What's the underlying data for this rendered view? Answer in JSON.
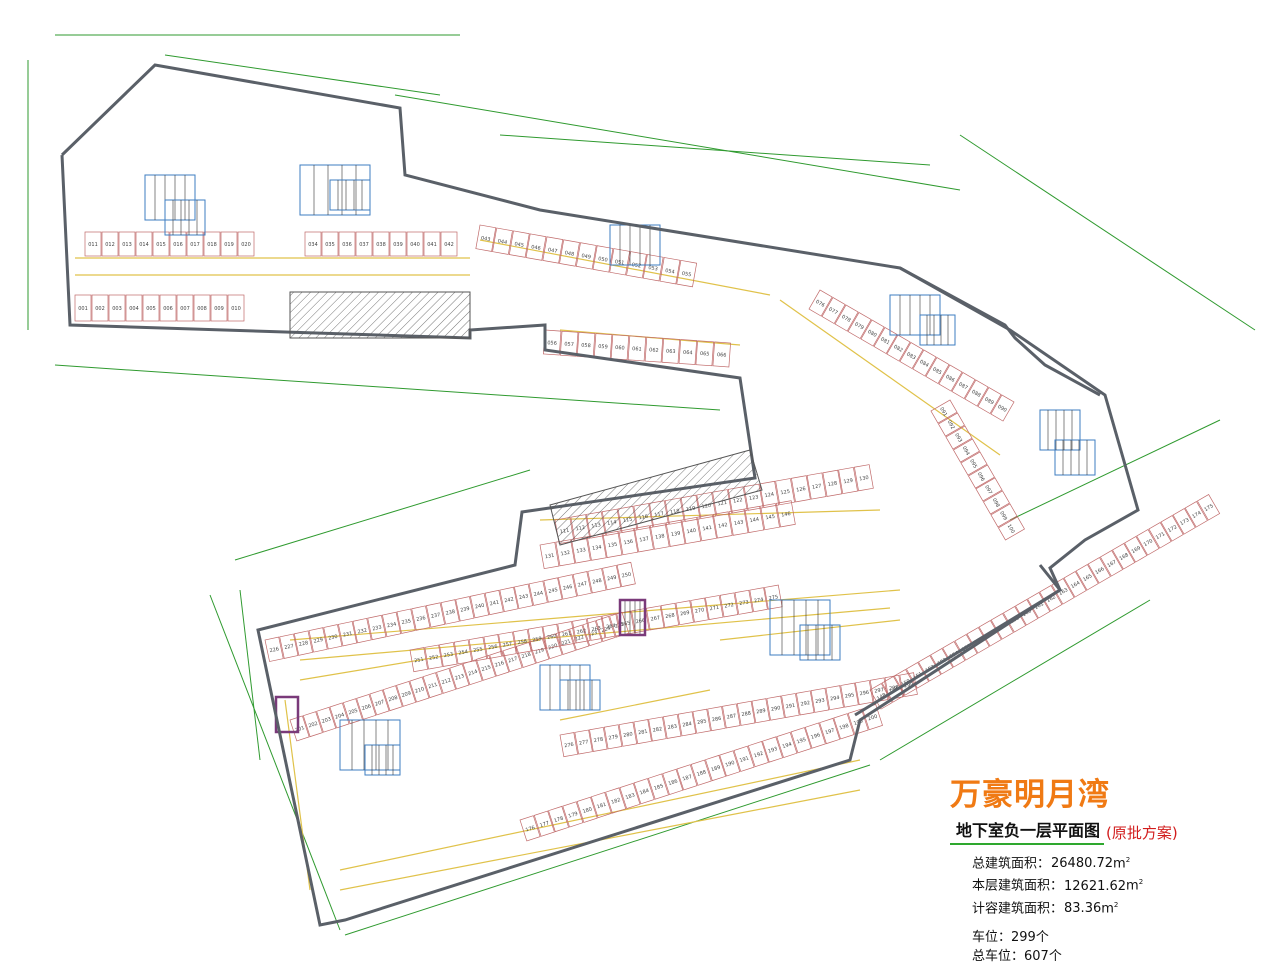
{
  "project_title": "万豪明月湾",
  "plan_title": "地下室负一层平面图",
  "plan_note": "(原批方案)",
  "stats": [
    {
      "label": "总建筑面积：",
      "value": "26480.72",
      "unit": "m",
      "sup": "2"
    },
    {
      "label": "本层建筑面积：",
      "value": "12621.62",
      "unit": "m",
      "sup": "2"
    },
    {
      "label": "计容建筑面积：",
      "value": "83.36",
      "unit": "m",
      "sup": "2"
    }
  ],
  "parking": [
    {
      "label": "车位：",
      "value": "299个"
    },
    {
      "label": "总车位：",
      "value": "607个"
    }
  ],
  "colors": {
    "wall": "#5a6068",
    "dimension": "#2f9a2f",
    "stall": "#c06a6a",
    "lane": "#e0c24a",
    "core": "#3d7dc2",
    "title": "#f07a14",
    "note": "#d21d1d"
  },
  "stall_numbers": {
    "north_wing_top": [
      "001",
      "002",
      "003",
      "004",
      "005",
      "006",
      "007",
      "008",
      "009",
      "010"
    ],
    "north_wing_mid": [
      "011",
      "012",
      "013",
      "014",
      "015",
      "016",
      "017",
      "018",
      "019",
      "020"
    ],
    "north_wing_right": [
      "034",
      "035",
      "036",
      "037",
      "038",
      "039",
      "040",
      "041",
      "042"
    ],
    "connector": [
      "043",
      "044",
      "045",
      "046",
      "047",
      "048",
      "049",
      "050",
      "051",
      "052",
      "053",
      "054",
      "055"
    ],
    "connector_lower": [
      "056",
      "057",
      "058",
      "059",
      "060",
      "061",
      "062",
      "063",
      "064",
      "065",
      "066"
    ],
    "east_wing": [
      "076",
      "077",
      "078",
      "079",
      "080",
      "081",
      "082",
      "083",
      "084",
      "085",
      "086",
      "087",
      "088",
      "089",
      "090"
    ],
    "east_lower": [
      "091",
      "092",
      "093",
      "094",
      "095",
      "096",
      "097",
      "098",
      "099",
      "100"
    ],
    "center": [
      "111",
      "112",
      "113",
      "114",
      "115",
      "116",
      "117",
      "118",
      "119",
      "120",
      "121",
      "122",
      "123",
      "124",
      "125",
      "126",
      "127",
      "128",
      "129",
      "130"
    ],
    "center_row2": [
      "131",
      "132",
      "133",
      "134",
      "135",
      "136",
      "137",
      "138",
      "139",
      "140",
      "141",
      "142",
      "143",
      "144",
      "145",
      "146"
    ],
    "southeast": [
      "148",
      "149",
      "150",
      "151",
      "152",
      "153",
      "154",
      "155",
      "156",
      "157",
      "158",
      "159",
      "160",
      "161",
      "162",
      "163",
      "164",
      "165",
      "166",
      "167",
      "168",
      "169",
      "170",
      "171",
      "172",
      "173",
      "174",
      "175"
    ],
    "south": [
      "176",
      "177",
      "178",
      "179",
      "180",
      "181",
      "182",
      "183",
      "184",
      "185",
      "186",
      "187",
      "188",
      "189",
      "190",
      "191",
      "192",
      "193",
      "194",
      "195",
      "196",
      "197",
      "198",
      "199",
      "200"
    ],
    "southwest": [
      "201",
      "202",
      "203",
      "204",
      "205",
      "206",
      "207",
      "208",
      "209",
      "210",
      "211",
      "212",
      "213",
      "214",
      "215",
      "216",
      "217",
      "218",
      "219",
      "220",
      "221",
      "222",
      "223",
      "224",
      "225"
    ],
    "west": [
      "226",
      "227",
      "228",
      "229",
      "230",
      "231",
      "232",
      "233",
      "234",
      "235",
      "236",
      "237",
      "238",
      "239",
      "240",
      "241",
      "242",
      "243",
      "244",
      "245",
      "246",
      "247",
      "248",
      "249",
      "250"
    ],
    "northwest_south": [
      "251",
      "252",
      "253",
      "254",
      "255",
      "256",
      "257",
      "258",
      "259",
      "260",
      "261",
      "262",
      "263",
      "264",
      "265",
      "266",
      "267",
      "268",
      "269",
      "270",
      "271",
      "272",
      "273",
      "274",
      "275"
    ],
    "misc": [
      "276",
      "277",
      "278",
      "279",
      "280",
      "281",
      "282",
      "283",
      "284",
      "285",
      "286",
      "287",
      "288",
      "289",
      "290",
      "291",
      "292",
      "293",
      "294",
      "295",
      "296",
      "297",
      "298",
      "299"
    ]
  }
}
